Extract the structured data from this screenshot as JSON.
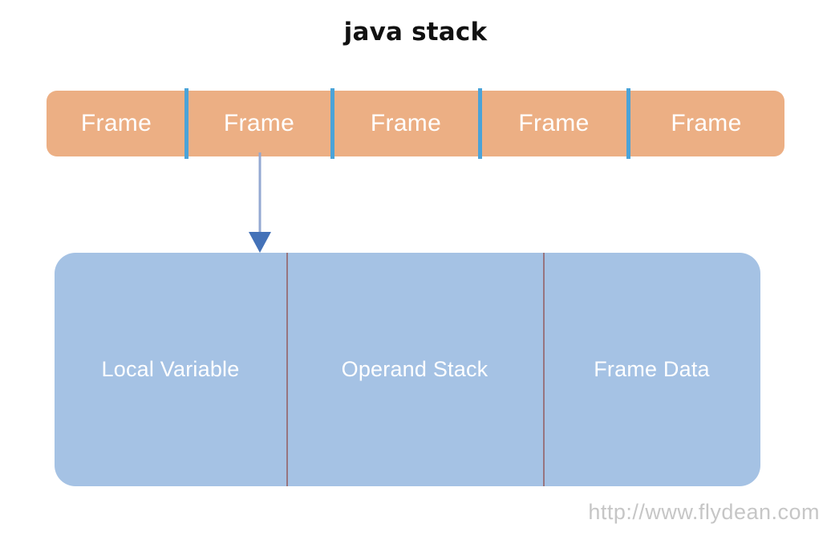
{
  "title": "java stack",
  "stack_bar": {
    "color": "#ecaf84",
    "divider_color": "#4ba3d8",
    "text_color": "#ffffff",
    "cells": [
      {
        "label": "Frame"
      },
      {
        "label": "Frame"
      },
      {
        "label": "Frame"
      },
      {
        "label": "Frame"
      },
      {
        "label": "Frame"
      }
    ]
  },
  "arrow": {
    "name": "frame-expand-arrow",
    "line_color": "#94a9d2",
    "head_color": "#4472b8",
    "direction": "down"
  },
  "frame_detail": {
    "color": "#a5c2e4",
    "divider_color": "#97757f",
    "text_color": "#ffffff",
    "sections": [
      {
        "label": "Local Variable"
      },
      {
        "label": "Operand Stack"
      },
      {
        "label": "Frame Data"
      }
    ]
  },
  "watermark": {
    "text": "http://www.flydean.com",
    "color": "#c6c6c6"
  }
}
